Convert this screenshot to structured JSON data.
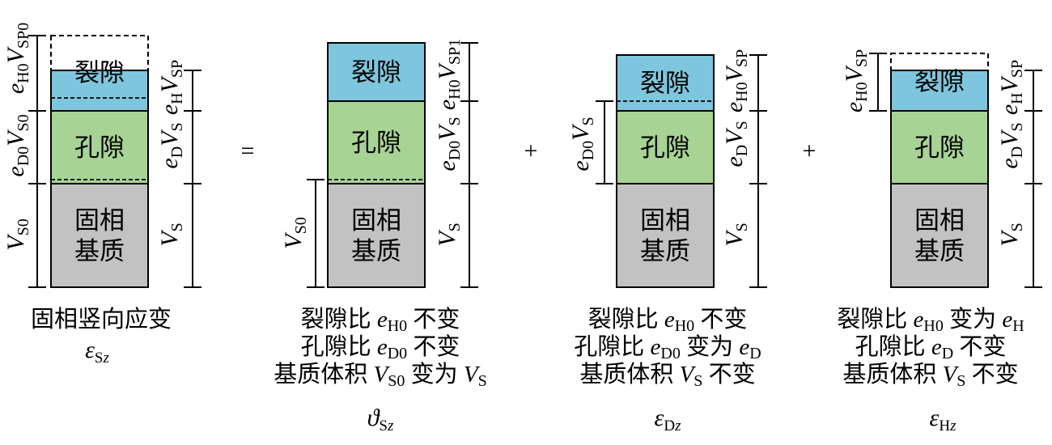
{
  "colors": {
    "fissure": "#7ec6dd",
    "pore": "#a7d394",
    "matrix": "#c2c2c2",
    "stroke": "#000000"
  },
  "operators": [
    "=",
    "+",
    "+"
  ],
  "panels": [
    {
      "labels": {
        "fissure": "裂隙",
        "pore": "孔隙",
        "matrix_line1": "固相",
        "matrix_line2": "基质"
      },
      "caption": [
        "固相竖向应变"
      ],
      "symbol": {
        "base": "ε",
        "sub": "S",
        "sub_italic": "z"
      },
      "left_dims": [
        {
          "var": "e",
          "var_sub": "H0",
          "var2": "V",
          "var2_sub": "SP0"
        },
        {
          "var": "e",
          "var_sub": "D0",
          "var2": "V",
          "var2_sub": "S0"
        },
        {
          "var": "V",
          "var_sub": "S0"
        }
      ],
      "right_dims": [
        {
          "var": "e",
          "var_sub": "H",
          "var2": "V",
          "var2_sub": "SP"
        },
        {
          "var": "e",
          "var_sub": "D",
          "var2": "V",
          "var2_sub": "S"
        },
        {
          "var": "V",
          "var_sub": "S"
        }
      ]
    },
    {
      "labels": {
        "fissure": "裂隙",
        "pore": "孔隙",
        "matrix_line1": "固相",
        "matrix_line2": "基质"
      },
      "caption": [
        {
          "pre": "裂隙比 ",
          "var": "e",
          "sub": "H0",
          "post": " 不变"
        },
        {
          "pre": "孔隙比 ",
          "var": "e",
          "sub": "D0",
          "post": " 不变"
        },
        {
          "pre": "基质体积 ",
          "var": "V",
          "sub": "S0",
          "post": " 变为 ",
          "var2": "V",
          "sub2": "S"
        }
      ],
      "symbol": {
        "base": "ϑ",
        "sub": "S",
        "sub_italic": "z"
      },
      "left_dims": [
        {
          "var": "V",
          "var_sub": "S0"
        }
      ],
      "right_dims": [
        {
          "var": "e",
          "var_sub": "H0",
          "var2": "V",
          "var2_sub": "SP1"
        },
        {
          "var": "e",
          "var_sub": "D0",
          "var2": "V",
          "var2_sub": "S"
        },
        {
          "var": "V",
          "var_sub": "S"
        }
      ]
    },
    {
      "labels": {
        "fissure": "裂隙",
        "pore": "孔隙",
        "matrix_line1": "固相",
        "matrix_line2": "基质"
      },
      "caption": [
        {
          "pre": "裂隙比 ",
          "var": "e",
          "sub": "H0",
          "post": " 不变"
        },
        {
          "pre": "孔隙比 ",
          "var": "e",
          "sub": "D0",
          "post": " 变为 ",
          "var2": "e",
          "sub2": "D"
        },
        {
          "pre": "基质体积 ",
          "var": "V",
          "sub": "S",
          "post": " 不变"
        }
      ],
      "symbol": {
        "base": "ε",
        "sub": "D",
        "sub_italic": "z"
      },
      "left_dims": [
        {
          "var": "e",
          "var_sub": "D0",
          "var2": "V",
          "var2_sub": "S"
        }
      ],
      "right_dims": [
        {
          "var": "e",
          "var_sub": "H0",
          "var2": "V",
          "var2_sub": "SP"
        },
        {
          "var": "e",
          "var_sub": "D",
          "var2": "V",
          "var2_sub": "S"
        },
        {
          "var": "V",
          "var_sub": "S"
        }
      ]
    },
    {
      "labels": {
        "fissure": "裂隙",
        "pore": "孔隙",
        "matrix_line1": "固相",
        "matrix_line2": "基质"
      },
      "caption": [
        {
          "pre": "裂隙比 ",
          "var": "e",
          "sub": "H0",
          "post": " 变为 ",
          "var2": "e",
          "sub2": "H"
        },
        {
          "pre": "孔隙比 ",
          "var": "e",
          "sub": "D",
          "post": " 不变"
        },
        {
          "pre": "基质体积 ",
          "var": "V",
          "sub": "S",
          "post": " 不变"
        }
      ],
      "symbol": {
        "base": "ε",
        "sub": "H",
        "sub_italic": "z"
      },
      "left_dims": [
        {
          "var": "e",
          "var_sub": "H0",
          "var2": "V",
          "var2_sub": "SP"
        }
      ],
      "right_dims": [
        {
          "var": "e",
          "var_sub": "H",
          "var2": "V",
          "var2_sub": "SP"
        },
        {
          "var": "e",
          "var_sub": "D",
          "var2": "V",
          "var2_sub": "S"
        },
        {
          "var": "V",
          "var_sub": "S"
        }
      ]
    }
  ]
}
